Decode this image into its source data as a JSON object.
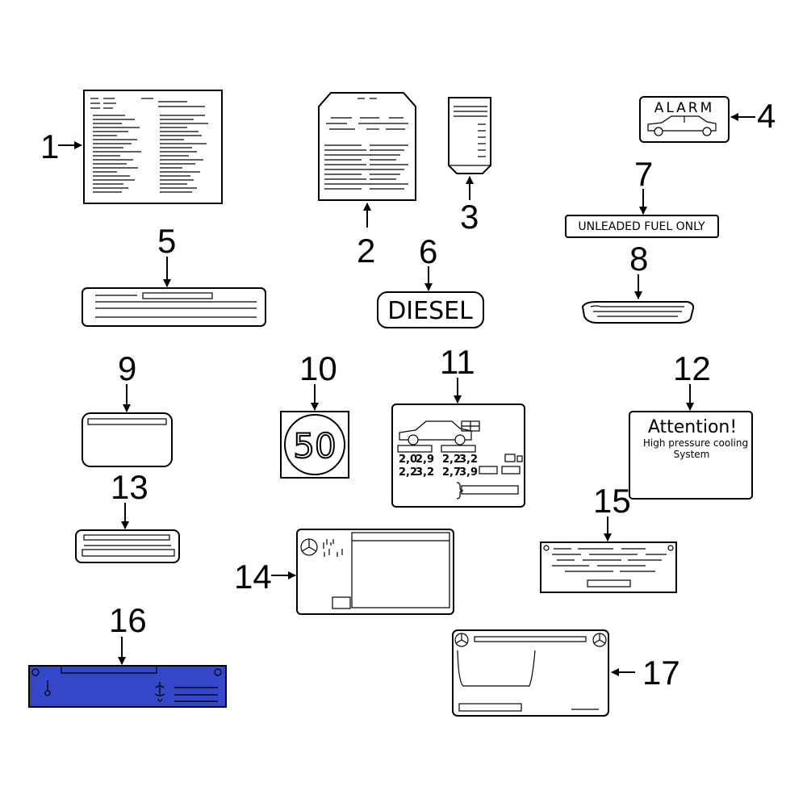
{
  "callouts": {
    "c1": "1",
    "c2": "2",
    "c3": "3",
    "c4": "4",
    "c5": "5",
    "c6": "6",
    "c7": "7",
    "c8": "8",
    "c9": "9",
    "c10": "10",
    "c11": "11",
    "c12": "12",
    "c13": "13",
    "c14": "14",
    "c15": "15",
    "c16": "16",
    "c17": "17"
  },
  "labels": {
    "alarm": "ALARM",
    "unleaded": "UNLEADED FUEL ONLY",
    "diesel": "DIESEL",
    "speed": "50",
    "attention_title": "Attention!",
    "attention_line1": "High pressure cooling",
    "attention_line2": "System",
    "tire_values": [
      "2,0",
      "2,9",
      "2,2",
      "3,2",
      "2,2",
      "3,2",
      "2,7",
      "3,9"
    ]
  },
  "colors": {
    "label16_fill": "#3347c8",
    "line": "#000000",
    "background": "#ffffff"
  },
  "icons": [
    "arrow-icon",
    "car-icon",
    "mercedes-star-icon",
    "thermometer-icon",
    "coolant-icon"
  ]
}
